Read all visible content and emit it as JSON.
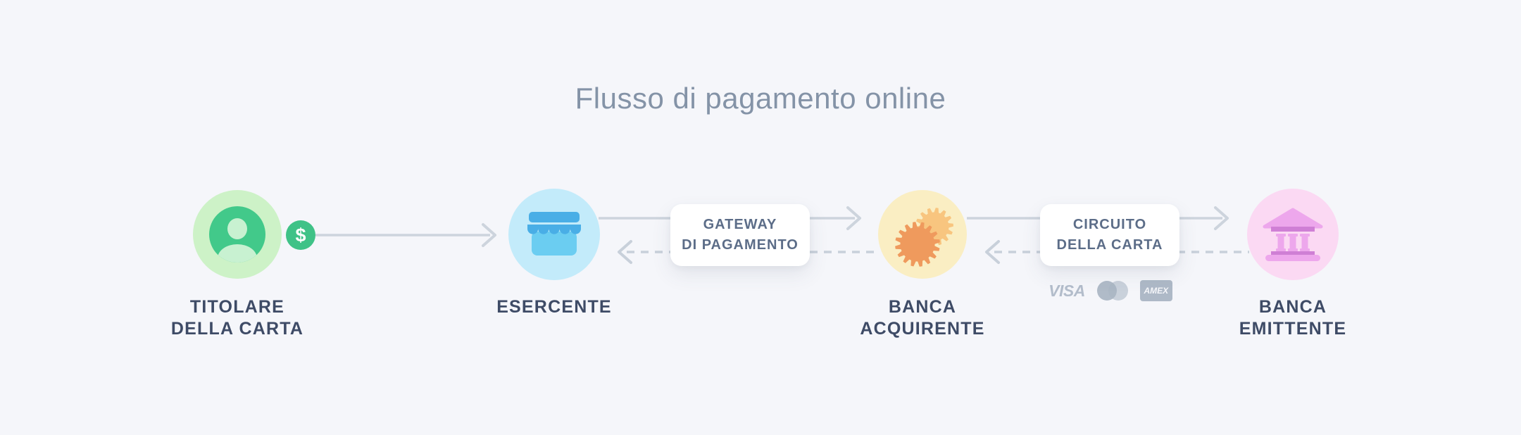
{
  "title": "Flusso di pagamento online",
  "nodes": {
    "cardholder": {
      "label_line1": "TITOLARE",
      "label_line2": "DELLA CARTA",
      "icon": "person-icon"
    },
    "merchant": {
      "label_line1": "ESERCENTE",
      "label_line2": "",
      "icon": "storefront-icon"
    },
    "acquirer": {
      "label_line1": "BANCA",
      "label_line2": "ACQUIRENTE",
      "icon": "gears-icon"
    },
    "issuer": {
      "label_line1": "BANCA",
      "label_line2": "EMITTENTE",
      "icon": "bank-building-icon"
    }
  },
  "badge": {
    "dollar": "$"
  },
  "boxes": {
    "gateway": {
      "line1": "GATEWAY",
      "line2": "DI PAGAMENTO"
    },
    "network": {
      "line1": "CIRCUITO",
      "line2": "DELLA CARTA"
    }
  },
  "card_logos": {
    "visa": "VISA",
    "mastercard_icon": "mastercard-circles-icon",
    "amex": "AMEX"
  },
  "connectors": {
    "cardholder_to_merchant": "solid-right",
    "merchant_to_acquirer_top": "solid-right",
    "acquirer_to_merchant_bottom": "dashed-left",
    "acquirer_to_issuer_top": "solid-right",
    "issuer_to_acquirer_bottom": "dashed-left"
  },
  "colors": {
    "background": "#f5f6fa",
    "title_text": "#8493a7",
    "node_label_text": "#3e4b66",
    "box_text": "#5c6d88",
    "arrow_solid": "#cdd4dd",
    "arrow_dashed": "#c8d0da",
    "cardholder_bg": "#cdf2c7",
    "cardholder_icon": "#42c98a",
    "dollar_badge": "#3fc287",
    "merchant_bg": "#c3ebfa",
    "merchant_icon_dark": "#49aee6",
    "merchant_icon_light": "#6bcdf1",
    "acquirer_bg": "#faeec3",
    "acquirer_gear_front": "#ef9a5d",
    "acquirer_gear_back": "#f8c57f",
    "issuer_bg": "#fbd9f3",
    "issuer_icon_light": "#eda7ec",
    "issuer_icon_dark": "#cf7fd5",
    "card_logo_gray": "#b3bdcb"
  }
}
